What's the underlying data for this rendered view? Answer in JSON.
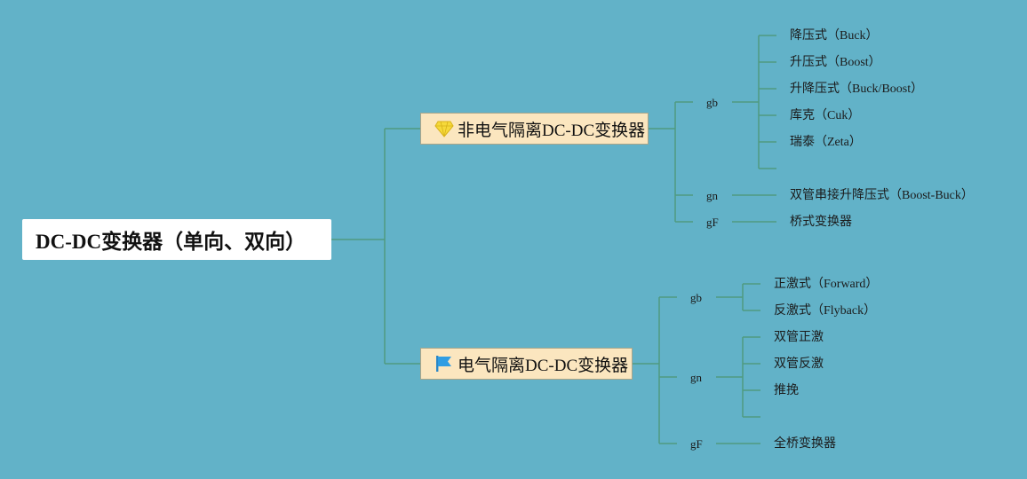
{
  "root": {
    "label": "DC-DC变换器（单向、双向）"
  },
  "branches": [
    {
      "label": "非电气隔离DC-DC变换器",
      "icon": "diamond-icon",
      "groups": [
        {
          "label": "gb",
          "items": [
            "降压式（Buck）",
            "升压式（Boost）",
            "升降压式（Buck/Boost）",
            "库克（Cuk）",
            "瑞泰（Zeta）"
          ]
        },
        {
          "label": "gn",
          "items": [
            "双管串接升降压式（Boost-Buck）"
          ]
        },
        {
          "label": "gF",
          "items": [
            "桥式变换器"
          ]
        }
      ]
    },
    {
      "label": "电气隔离DC-DC变换器",
      "icon": "flag-icon",
      "groups": [
        {
          "label": "gb",
          "items": [
            "正激式（Forward）",
            "反激式（Flyback）"
          ]
        },
        {
          "label": "gn",
          "items": [
            "双管正激",
            "双管反激",
            "推挽"
          ]
        },
        {
          "label": "gF",
          "items": [
            "全桥变换器"
          ]
        }
      ]
    }
  ],
  "colors": {
    "background": "#62b2c8",
    "line": "#4f9a80",
    "main_fill": "#fbe6bf"
  }
}
